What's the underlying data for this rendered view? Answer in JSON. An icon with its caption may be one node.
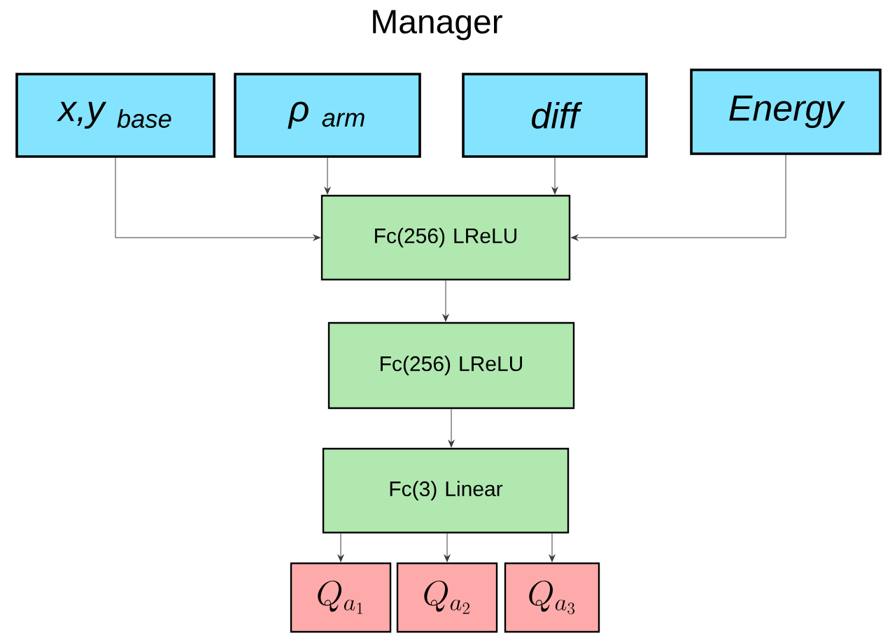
{
  "diagram": {
    "title": "Manager",
    "nodes": [
      {
        "text": [
          "x,y $_{base}$"
        ]
      },
      {
        "text": [
          "ρ $_{arm}$"
        ]
      },
      {
        "text": [
          "diff"
        ]
      },
      {
        "text": [
          "Energy"
        ]
      },
      {
        "text": [
          "Fc(256) LReLU"
        ]
      },
      {
        "text": [
          "Fc(256) LReLU"
        ]
      },
      {
        "text": [
          "Fc(3) Linear"
        ]
      },
      {
        "text": [
          "Q_{a_1}"
        ]
      },
      {
        "text": [
          "Q_{a_2}"
        ]
      },
      {
        "text": [
          "Q_{a_3}"
        ]
      }
    ],
    "edges": [
      {
        "from": 0,
        "to": 4,
        "arrow": "to"
      },
      {
        "from": 1,
        "to": 4,
        "arrow": "to"
      },
      {
        "from": 2,
        "to": 4,
        "arrow": "to"
      },
      {
        "from": 3,
        "to": 4,
        "arrow": "to"
      },
      {
        "from": 4,
        "to": 5,
        "arrow": "to"
      },
      {
        "from": 5,
        "to": 6,
        "arrow": "to"
      },
      {
        "from": 6,
        "to": 7,
        "arrow": "to"
      },
      {
        "from": 6,
        "to": 8,
        "arrow": "to"
      },
      {
        "from": 6,
        "to": 9,
        "arrow": "to"
      }
    ]
  }
}
